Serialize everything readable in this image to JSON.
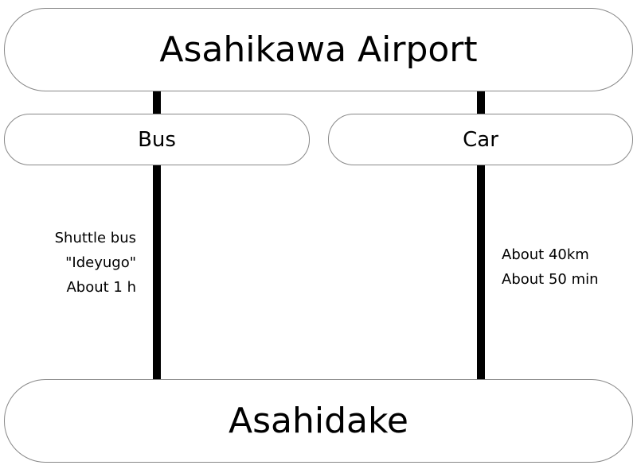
{
  "origin": "Asahikawa Airport",
  "destination": "Asahidake",
  "routes": [
    {
      "mode": "Bus",
      "details": [
        "Shuttle bus",
        "\"Ideyugo\"",
        "About 1 h"
      ]
    },
    {
      "mode": "Car",
      "details": [
        "About 40km",
        "About 50 min"
      ]
    }
  ]
}
